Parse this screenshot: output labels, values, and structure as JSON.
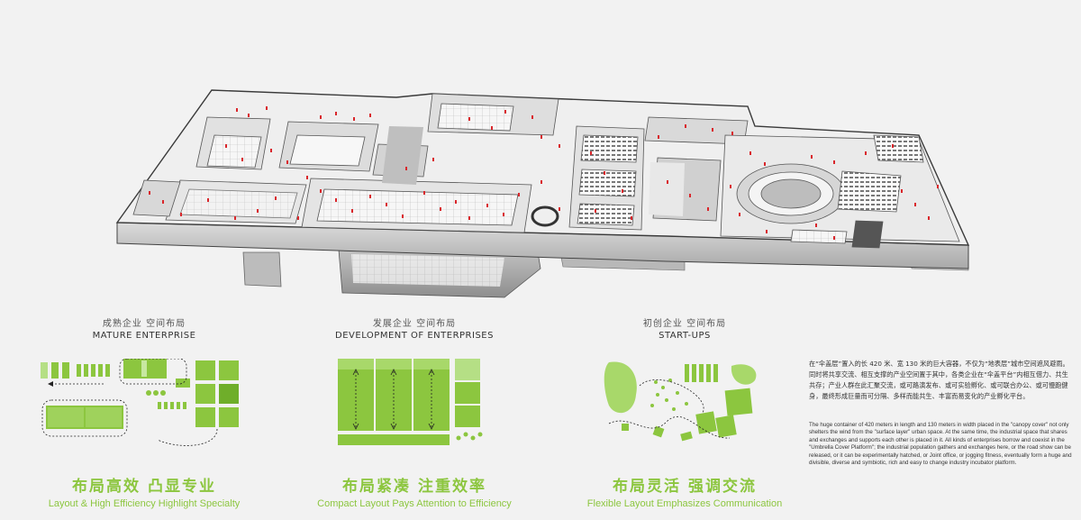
{
  "panels": [
    {
      "title_cn": "成熟企业 空间布局",
      "title_en": "MATURE ENTERPRISE",
      "headline_cn": "布局高效 凸显专业",
      "headline_en": "Layout & High Efficiency Highlight Specialty"
    },
    {
      "title_cn": "发展企业 空间布局",
      "title_en": "DEVELOPMENT OF ENTERPRISES",
      "headline_cn": "布局紧凑 注重效率",
      "headline_en": "Compact Layout Pays Attention to Efficiency"
    },
    {
      "title_cn": "初创企业 空间布局",
      "title_en": "START-UPS",
      "headline_cn": "布局灵活 强调交流",
      "headline_en": "Flexible Layout Emphasizes Communication"
    }
  ],
  "description": {
    "cn": "在“伞盖层”置入的长 420 米、宽 130 米的巨大容器，不仅为“地表层”城市空间遮风避雨。同时将共享交流、相互支撑的产业空间置于其中，各类企业在“伞盖平台”内相互借力、共生共存；产业人群在此汇聚交流，或可路演发布、或可实验孵化、或可联合办公、或可慢跑健身，最终形成巨量而可分隔、多样而能共生、丰富而易变化的产业孵化平台。",
    "en": "The huge container of 420 meters in length and 130 meters in width placed in the \"canopy cover\" not only shelters the wind from the \"surface layer\" urban space. At the same time, the industrial space that shares and exchanges and supports each other is placed in it. All kinds of enterprises borrow and coexist in the \"Umbrella Cover Platform\"; the industrial population gathers and exchanges here, or the road show can be released, or it can be experimentally hatched, or Joint office, or jogging fitness, eventually form a huge and divisible, diverse and symbiotic, rich and easy to change industry incubator platform."
  },
  "colors": {
    "accent": "#8cc63f",
    "accent_light": "#a8d86a",
    "accent_dark": "#6fae2a",
    "marker": "#d9262b"
  }
}
